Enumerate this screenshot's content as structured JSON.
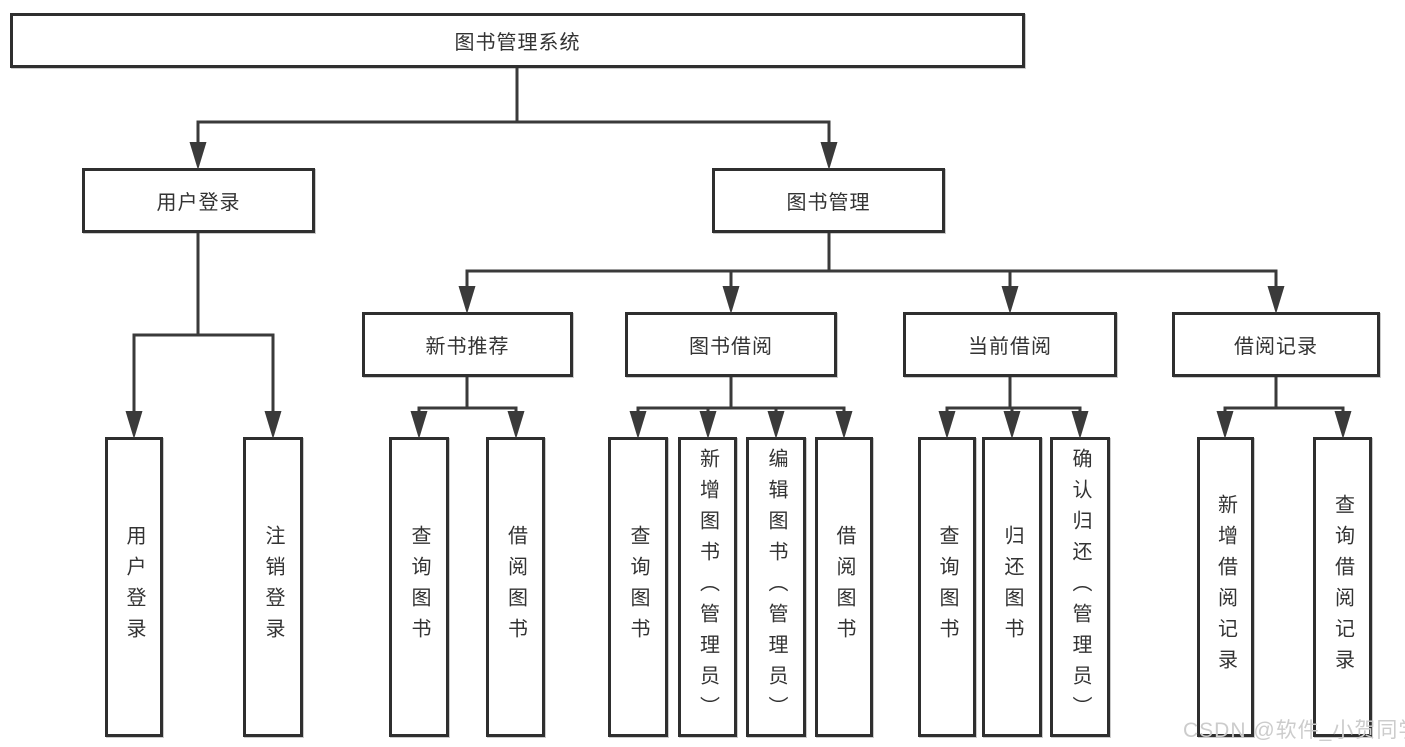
{
  "diagram": {
    "root": {
      "label": "图书管理系统"
    },
    "branches": [
      {
        "label": "用户登录",
        "children": [
          {
            "label": "用户登录"
          },
          {
            "label": "注销登录"
          }
        ]
      },
      {
        "label": "图书管理",
        "children": [
          {
            "label": "新书推荐",
            "children": [
              {
                "label": "查询图书"
              },
              {
                "label": "借阅图书"
              }
            ]
          },
          {
            "label": "图书借阅",
            "children": [
              {
                "label": "查询图书"
              },
              {
                "label": "新增图书（管理员）"
              },
              {
                "label": "编辑图书（管理员）"
              },
              {
                "label": "借阅图书"
              }
            ]
          },
          {
            "label": "当前借阅",
            "children": [
              {
                "label": "查询图书"
              },
              {
                "label": "归还图书"
              },
              {
                "label": "确认归还（管理员）"
              }
            ]
          },
          {
            "label": "借阅记录",
            "children": [
              {
                "label": "新增借阅记录"
              },
              {
                "label": "查询借阅记录"
              }
            ]
          }
        ]
      }
    ],
    "colors": {
      "line": "#3a3a3a",
      "box_border": "#2f2f2f",
      "text": "#333333",
      "watermark": "#cccccc",
      "background": "#ffffff"
    },
    "watermark": "CSDN @软件_小贺同学"
  }
}
